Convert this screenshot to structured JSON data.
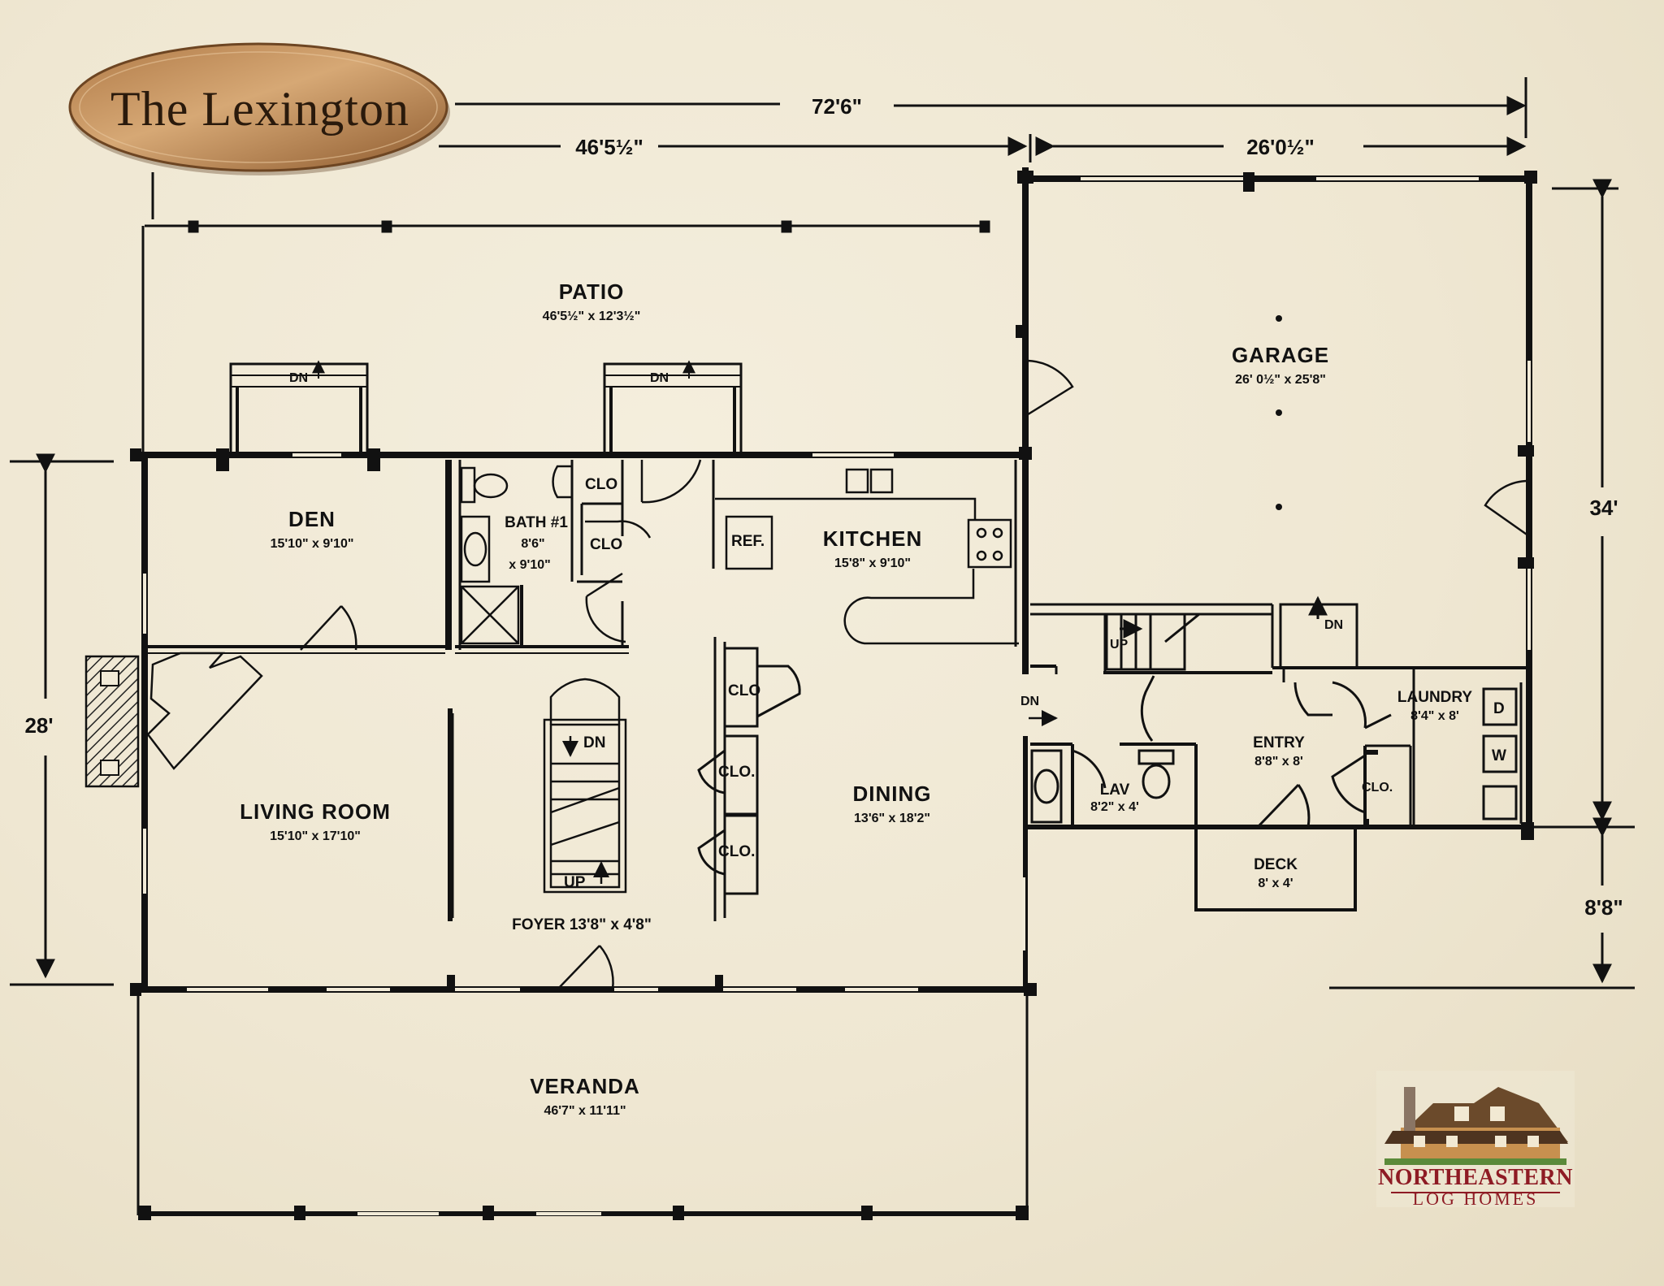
{
  "title": "The Lexington",
  "dimensions": {
    "overall_width": "72'6\"",
    "main_width": "46'5½\"",
    "garage_width": "26'0½\"",
    "main_depth": "28'",
    "garage_depth": "34'",
    "deck_offset": "8'8\""
  },
  "rooms": {
    "patio": {
      "name": "PATIO",
      "size": "46'5½\" x 12'3½\""
    },
    "garage": {
      "name": "GARAGE",
      "size": "26' 0½\" x 25'8\""
    },
    "den": {
      "name": "DEN",
      "size": "15'10\" x 9'10\""
    },
    "bath": {
      "name": "BATH #1",
      "size_w": "8'6\"",
      "size_d": "x 9'10\""
    },
    "kitchen": {
      "name": "KITCHEN",
      "size": "15'8\" x 9'10\""
    },
    "living": {
      "name": "LIVING ROOM",
      "size": "15'10\" x 17'10\""
    },
    "dining": {
      "name": "DINING",
      "size": "13'6\" x 18'2\""
    },
    "foyer": {
      "name": "FOYER 13'8\" x 4'8\""
    },
    "veranda": {
      "name": "VERANDA",
      "size": "46'7\" x 11'11\""
    },
    "laundry": {
      "name": "LAUNDRY",
      "size": "8'4\" x 8'"
    },
    "entry": {
      "name": "ENTRY",
      "size": "8'8\" x 8'"
    },
    "lav": {
      "name": "LAV",
      "size": "8'2\" x 4'"
    },
    "deck": {
      "name": "DECK",
      "size": "8' x 4'"
    }
  },
  "labels": {
    "clo": "CLO",
    "clo_dot": "CLO.",
    "ref": "REF.",
    "dn": "DN",
    "up": "UP",
    "dryer": "D",
    "washer": "W"
  },
  "logo": {
    "name": "NORTHEASTERN",
    "sub": "LOG HOMES"
  }
}
